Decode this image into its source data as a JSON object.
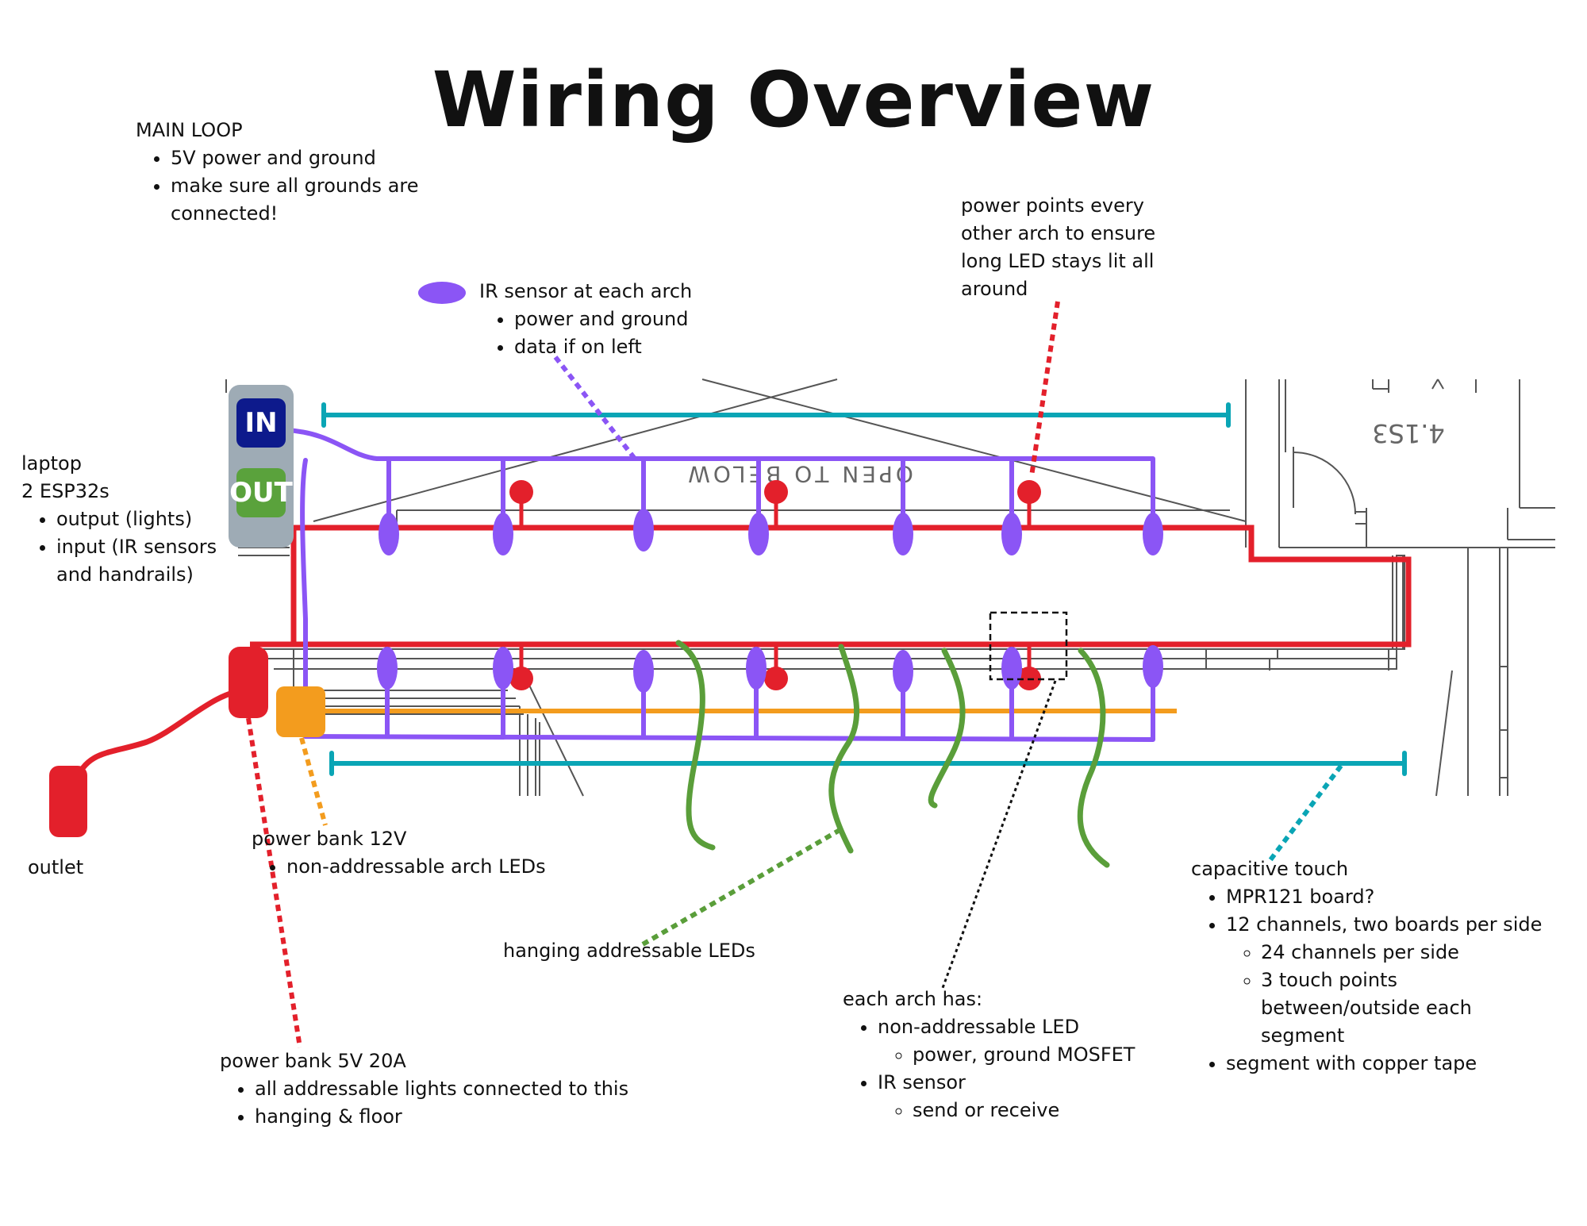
{
  "title": "Wiring Overview",
  "floor_plan": {
    "open_to_below": "OPEN TO BELOW",
    "room_number": "4.1S3"
  },
  "controller": {
    "in_label": "IN",
    "out_label": "OUT"
  },
  "main_loop": {
    "heading": "MAIN LOOP",
    "items": [
      "5V power and ground",
      "make sure all grounds are connected!"
    ]
  },
  "ir_sensor": {
    "heading": "IR sensor at each arch",
    "items": [
      "power and ground",
      "data if on left"
    ]
  },
  "power_points": {
    "text": "power points every other arch to ensure long LED stays lit all around"
  },
  "laptop": {
    "heading_line1": "laptop",
    "heading_line2": "2 ESP32s",
    "items": [
      "output (lights)",
      "input (IR sensors and handrails)"
    ]
  },
  "outlet": {
    "label": "outlet"
  },
  "power_bank_12v": {
    "heading": "power bank 12V",
    "items": [
      "non-addressable arch LEDs"
    ]
  },
  "hanging_leds": {
    "label": "hanging addressable LEDs"
  },
  "power_bank_5v": {
    "heading": "power bank 5V 20A",
    "items": [
      "all addressable lights connected to this",
      "hanging & floor"
    ]
  },
  "each_arch": {
    "heading": "each arch has:",
    "item1": "non-addressable LED",
    "item1_sub": "power, ground MOSFET",
    "item2": "IR sensor",
    "item2_sub": "send or receive"
  },
  "capacitive_touch": {
    "heading": "capacitive touch",
    "item1": "MPR121 board?",
    "item2": "12 channels, two boards per side",
    "item2_subs": [
      "24 channels per side",
      "3 touch points between/outside each segment"
    ],
    "item3": "segment with copper tape"
  },
  "colors": {
    "power_red": "#e3202b",
    "sensor_purple": "#8b55f5",
    "touch_teal": "#0aa5b5",
    "power12_orange": "#f39c1e",
    "hanging_green": "#5a9e3a",
    "in_badge_navy": "#0d1a8c",
    "out_badge_green": "#5aa23c",
    "controller_grey": "#9eabb5"
  }
}
